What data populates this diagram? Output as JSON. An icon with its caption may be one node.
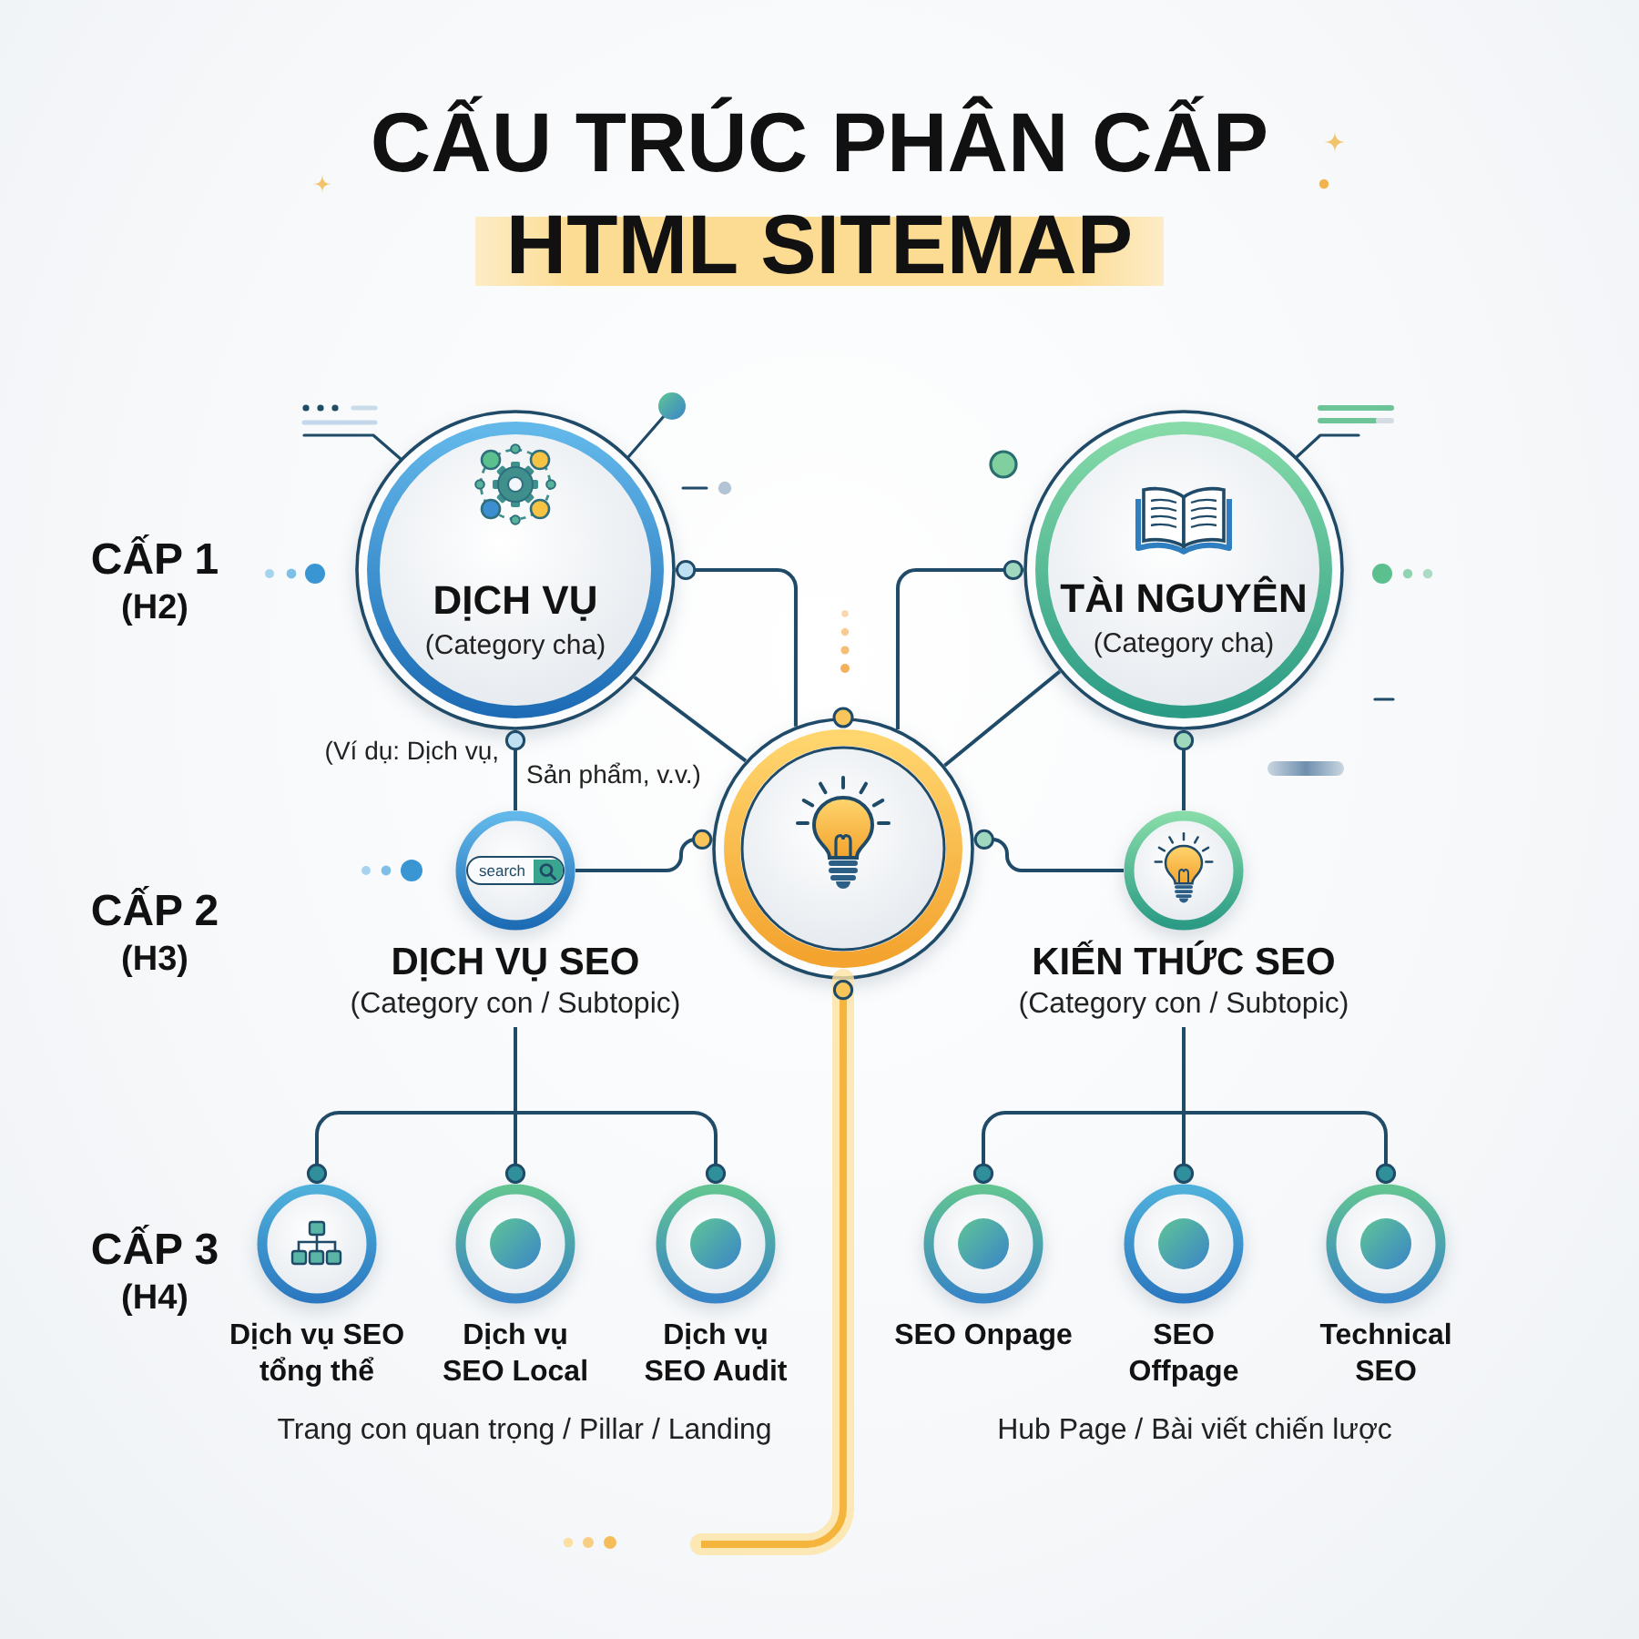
{
  "diagram": {
    "title": "CẤU TRÚC PHÂN CẤP HTML SITEMAP",
    "nodes": [
      {
        "text": [
          "DỊCH VỤ",
          "(Category cha)"
        ]
      },
      {
        "text": [
          "TÀI NGUYÊN",
          "(Category cha)"
        ]
      },
      {
        "text": [],
        "shape": "circle"
      },
      {
        "text": [
          "search",
          "DỊCH VỤ SEO",
          "(Category con / Subtopic)"
        ]
      },
      {
        "text": [
          "KIẾN THỨC SEO",
          "(Category con / Subtopic)"
        ]
      },
      {
        "text": [
          "Dịch vụ SEO tổng thể"
        ]
      },
      {
        "text": [
          "Dịch vụ SEO Local"
        ]
      },
      {
        "text": [
          "Dịch vụ SEO Audit"
        ]
      },
      {
        "text": [
          "SEO Onpage"
        ]
      },
      {
        "text": [
          "SEO Offpage"
        ]
      },
      {
        "text": [
          "Technical SEO"
        ]
      }
    ],
    "edges": [
      {
        "from": 2,
        "to": 0,
        "arrow": "other"
      },
      {
        "from": 0,
        "to": 2,
        "arrow": "none"
      },
      {
        "from": 2,
        "to": 1,
        "arrow": "other"
      },
      {
        "from": 1,
        "to": 2,
        "arrow": "none"
      },
      {
        "from": 3,
        "to": 0,
        "arrow": "other"
      },
      {
        "from": 4,
        "to": 1,
        "arrow": "other"
      },
      {
        "from": 3,
        "to": 2,
        "arrow": "other"
      },
      {
        "from": 4,
        "to": 2,
        "arrow": "other"
      },
      {
        "from": 3,
        "to": 5,
        "arrow": "other"
      },
      {
        "from": 3,
        "to": 6,
        "arrow": "other"
      },
      {
        "from": 3,
        "to": 7,
        "arrow": "other"
      },
      {
        "from": 4,
        "to": 8,
        "arrow": "other"
      },
      {
        "from": 4,
        "to": 9,
        "arrow": "other"
      },
      {
        "from": 4,
        "to": 10,
        "arrow": "other"
      },
      {
        "from": null,
        "to": 2,
        "arrow": "other",
        "style": "thick",
        "color": "#f5b53d"
      }
    ],
    "labels": [
      "CẤP 1",
      "(H2)",
      "(Ví dụ: Dịch vụ,",
      "Sản phẩm, v.v.)",
      "CẤP 2",
      "(H3)",
      "CẤP 3",
      "(H4)",
      "Trang con quan trọng / Pillar / Landing",
      "Hub Page / Bài viết chiến lược"
    ]
  }
}
